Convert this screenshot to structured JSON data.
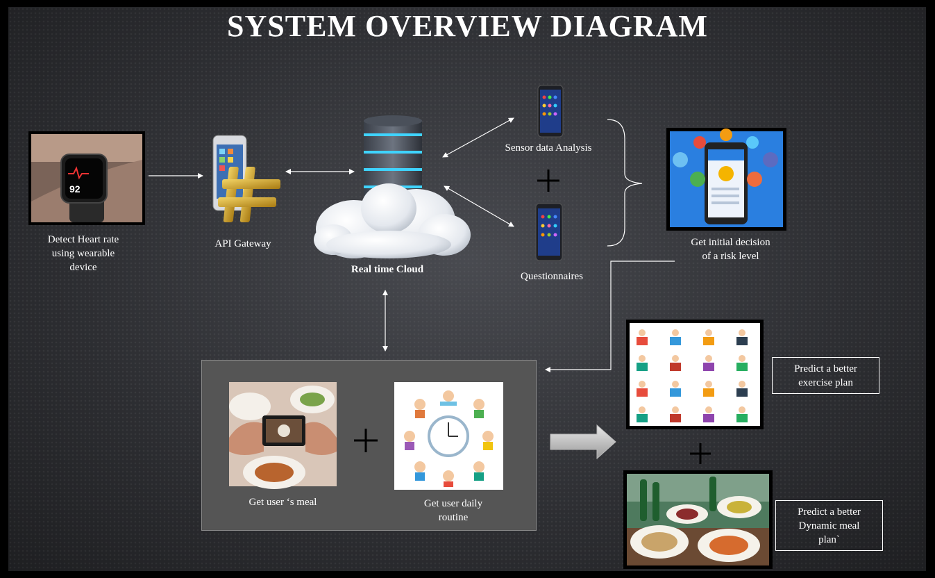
{
  "title": "SYSTEM OVERVIEW DIAGRAM",
  "nodes": {
    "wearable": "Detect Heart  rate using wearable device",
    "wearable_lines": [
      "Detect Heart  rate",
      "using wearable",
      "device"
    ],
    "watch_reading": "92",
    "api_gateway": "API Gateway",
    "cloud": "Real time Cloud",
    "sensor_analysis": "Sensor data Analysis",
    "questionnaires": "Questionnaires",
    "risk_level_lines": [
      "Get initial decision",
      "of a risk level"
    ],
    "user_meal": "Get user ‘s meal",
    "daily_routine_lines": [
      "Get user daily",
      "routine"
    ],
    "exercise_plan_lines": [
      "Predict a better",
      "exercise plan"
    ],
    "meal_plan_lines": [
      "Predict a better",
      "Dynamic meal",
      "plan`"
    ]
  },
  "plus_sign": "+",
  "colors": {
    "background": "#2e2f33",
    "panel": "#555555",
    "text": "#ffffff",
    "cloud_accent": "#3fd3ff",
    "screen_blue": "#2a7fe0",
    "gateway_gold": "#c9a227"
  }
}
